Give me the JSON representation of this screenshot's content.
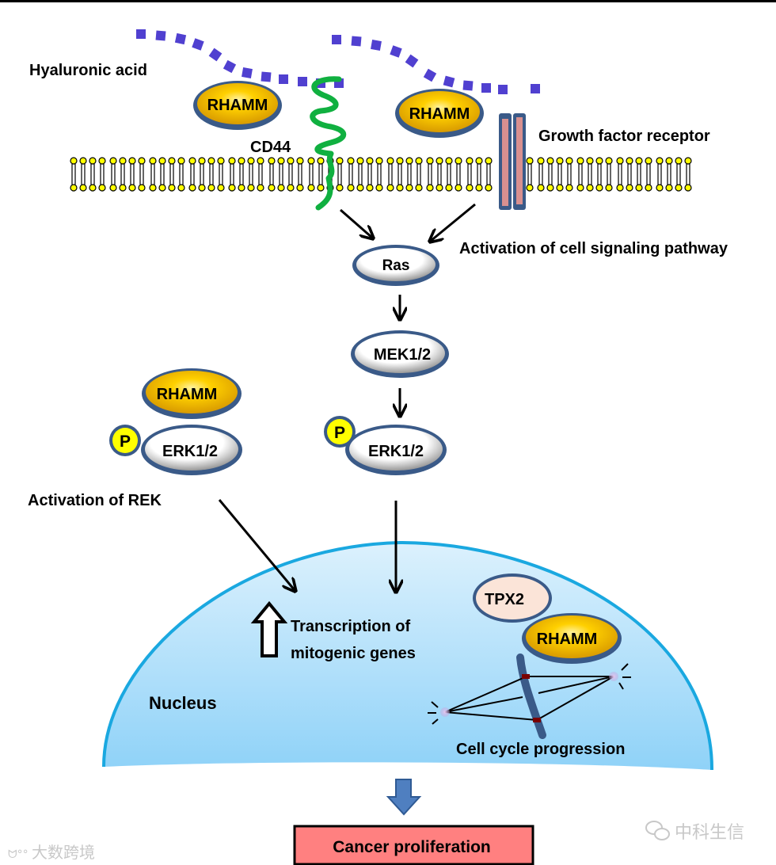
{
  "title": "RHAMM signaling in cancer proliferation",
  "extracellular": {
    "hyaluronic_acid_label": "Hyaluronic acid",
    "cd44_label": "CD44",
    "growth_factor_receptor_label": "Growth factor receptor",
    "rhamm_left_label": "RHAMM",
    "rhamm_right_label": "RHAMM"
  },
  "pathway": {
    "activation_label": "Activation of cell signaling pathway",
    "ras_label": "Ras",
    "mek_label": "MEK1/2",
    "erk_label": "ERK1/2",
    "phospho_label": "P"
  },
  "complex": {
    "rhamm_label": "RHAMM",
    "erk_label": "ERK1/2",
    "phospho_label": "P",
    "activation_label": "Activation of REK"
  },
  "nucleus": {
    "label": "Nucleus",
    "transcription_line1": "Transcription of",
    "transcription_line2": "mitogenic genes",
    "tpx2_label": "TPX2",
    "rhamm_label": "RHAMM",
    "cell_cycle_label": "Cell cycle progression"
  },
  "outcome": {
    "label": "Cancer proliferation"
  },
  "watermarks": {
    "left": "大数跨境",
    "right": "中科生信"
  },
  "colors": {
    "hyaluronic": "#5040d0",
    "cd44": "#10b040",
    "rhamm_fill": "#f0b800",
    "oval_border": "#3a5a88",
    "receptor_pink": "#d89090",
    "nucleus_fill": "#b8e0fa",
    "nucleus_border": "#1aa8e0",
    "phospho_fill": "#ffff00",
    "outcome_fill": "#ff8080",
    "down_arrow": "#4f7fc0"
  }
}
